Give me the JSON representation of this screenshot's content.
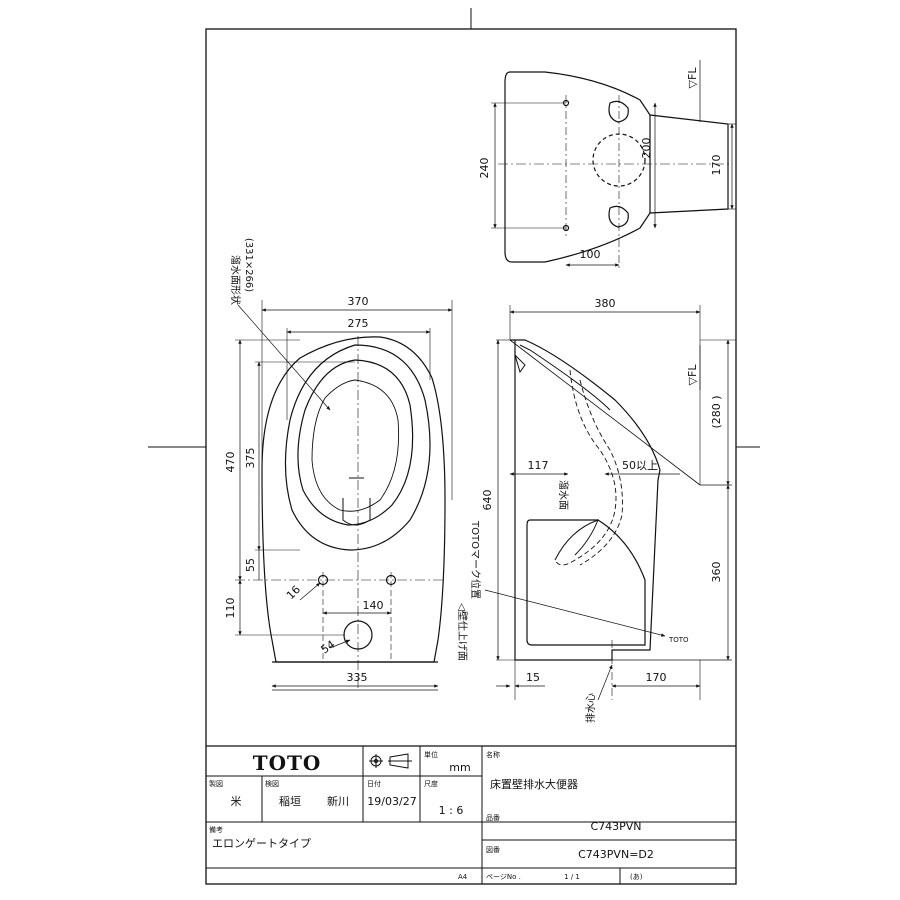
{
  "dims": {
    "plan": {
      "d240": "240",
      "d200": "200",
      "d170": "170",
      "d100": "100",
      "fl": "▽FL"
    },
    "front": {
      "d370": "370",
      "d275": "275",
      "d470": "470",
      "d375": "375",
      "d55": "55",
      "d110": "110",
      "d16": "16",
      "d140": "140",
      "d54": "54",
      "d335": "335"
    },
    "side": {
      "d380": "380",
      "d280": "(280 )",
      "d640": "640",
      "d117": "117",
      "d50": "50以上",
      "d360": "360",
      "d15": "15",
      "d170": "170",
      "fl": "▽FL"
    }
  },
  "labels": {
    "water_shape": "溜水面形状",
    "water_size": "(331×266)",
    "water_surface": "溜水面",
    "toto_mark": "TOTOマーク位置",
    "wall_finish": "◁壁仕上げ面",
    "drain_center": "排水心",
    "toto_small": "TOTO"
  },
  "title_block": {
    "logo": "TOTO",
    "unit_label": "単位",
    "unit": "mm",
    "name_label": "名称",
    "name": "床置壁排水大便器",
    "design_label": "製図",
    "design": "米",
    "check_label": "検図",
    "check1": "稲垣",
    "check2": "新川",
    "date_label": "日付",
    "date": "19/03/27",
    "scale_label": "尺度",
    "scale": "1 : 6",
    "part_label": "品番",
    "part": "C743PVN",
    "drawing_label": "図番",
    "drawing": "C743PVN=D2",
    "remarks_label": "備考",
    "remarks": "エロンゲートタイプ",
    "paper": "A4",
    "page_label": "ページNo .",
    "page": "1 / 1",
    "rev": "(あ)"
  }
}
